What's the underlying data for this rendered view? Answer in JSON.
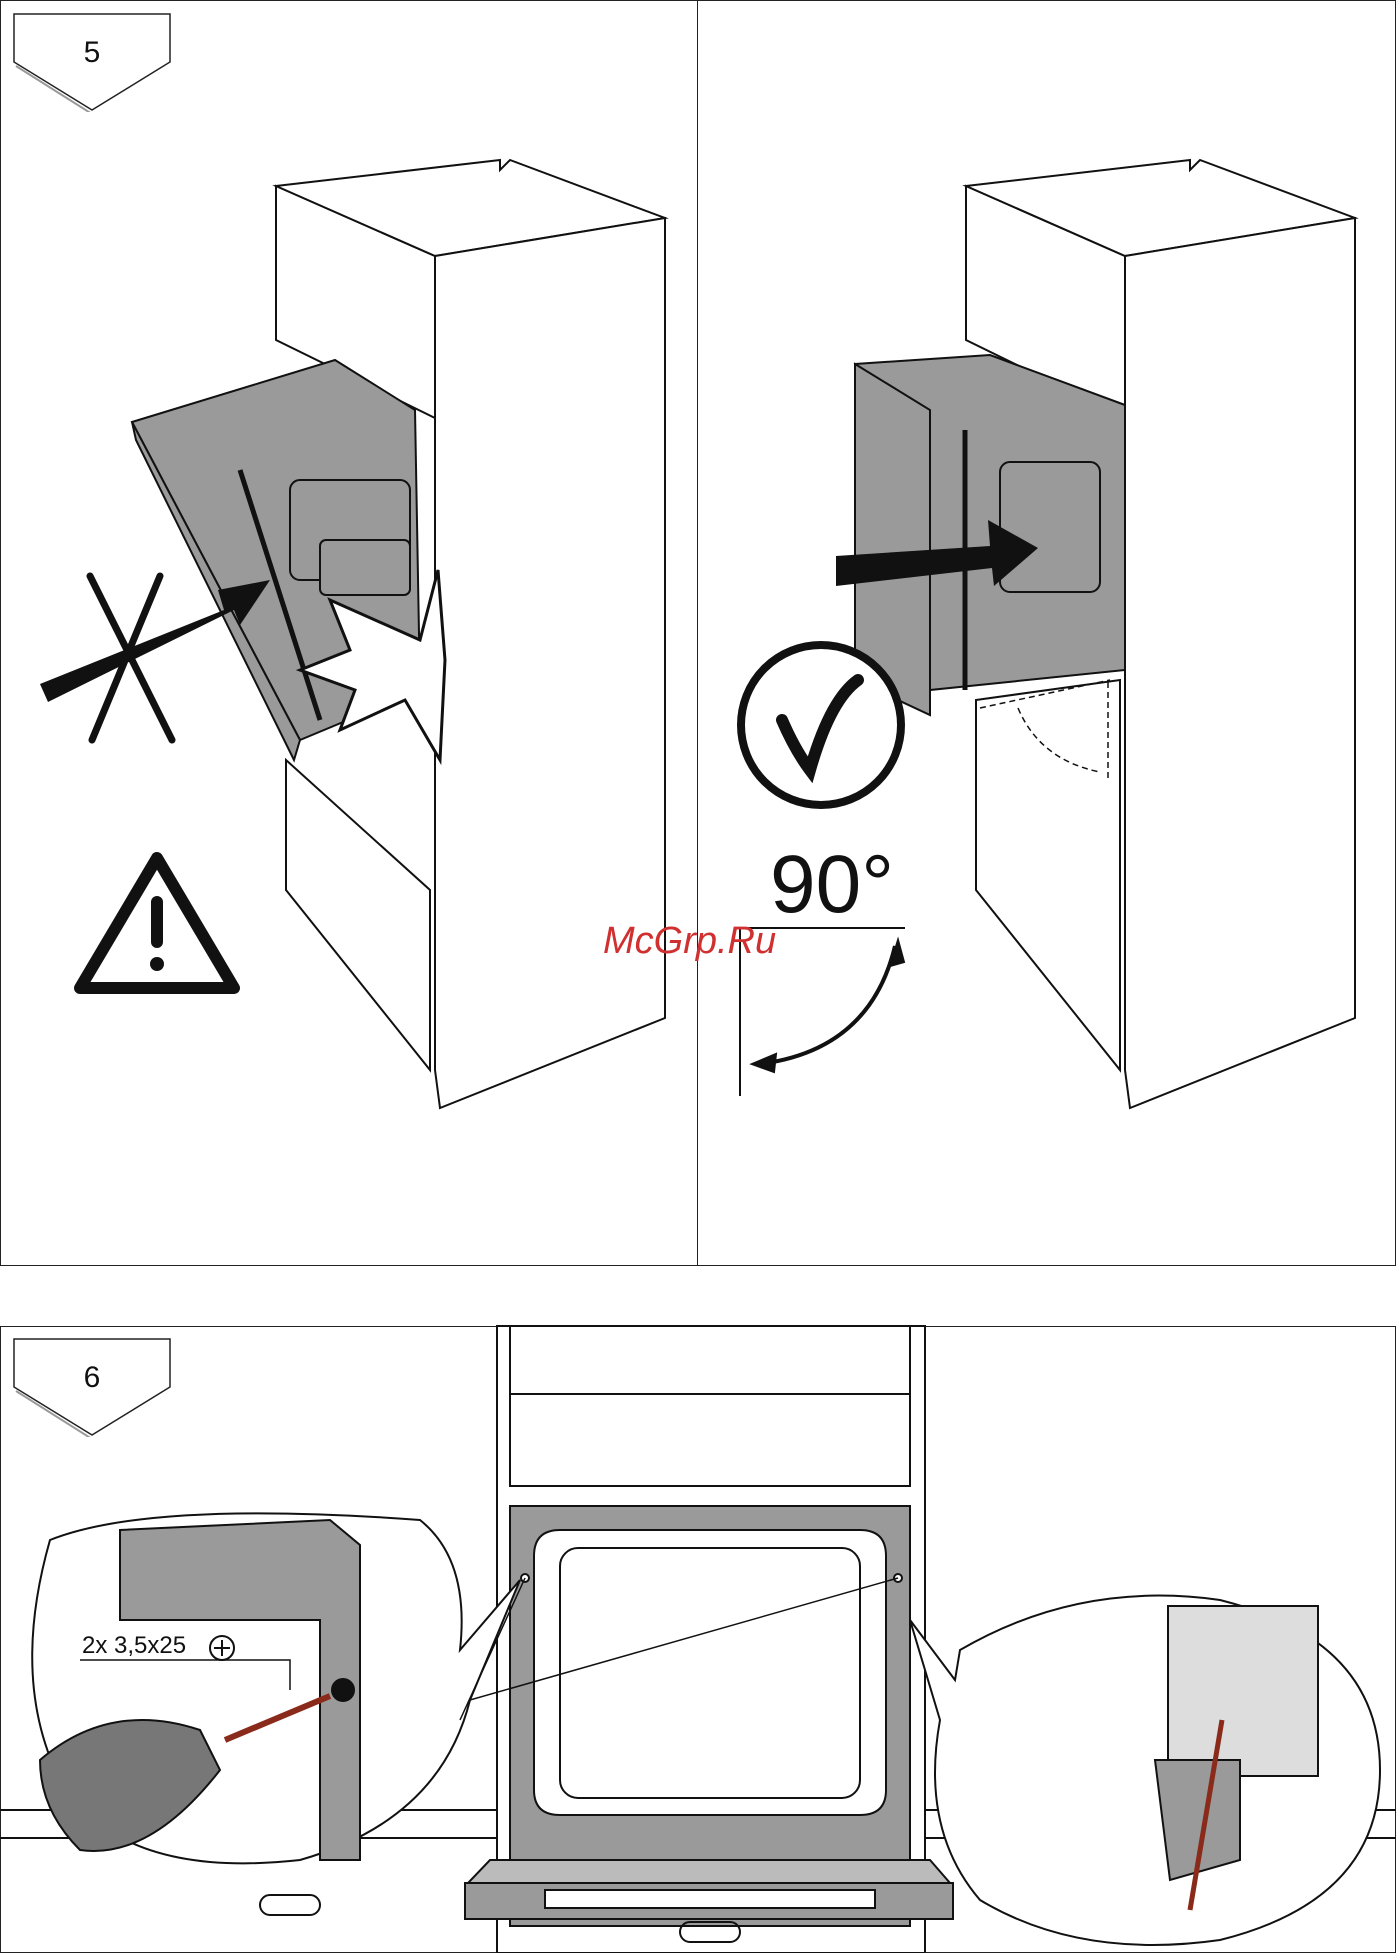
{
  "steps": {
    "step5": {
      "number": "5"
    },
    "step6": {
      "number": "6"
    }
  },
  "angle_label": "90°",
  "screw_spec": "2x 3,5x25",
  "watermark": "McGrp.Ru",
  "icons": [
    "wrong-cross-icon",
    "warning-triangle-icon",
    "check-circle-icon",
    "phillips-head-icon",
    "push-arrow-icon",
    "rotate-arrow-icon"
  ],
  "colors": {
    "line": "#111111",
    "fill_gray": "#9a9a9a",
    "screw": "#8a2a1a",
    "watermark": "#d03030"
  }
}
